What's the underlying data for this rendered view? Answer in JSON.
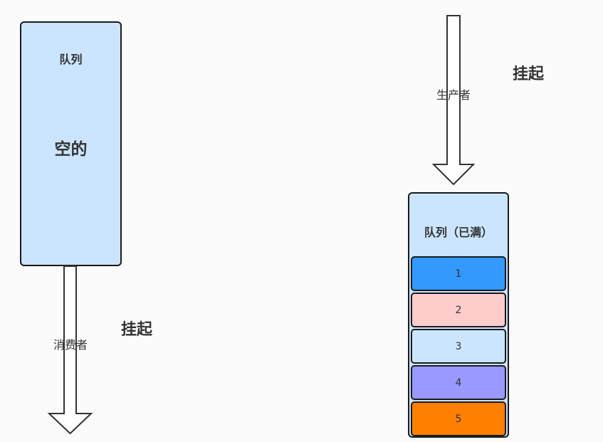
{
  "left_queue": {
    "title": "队列",
    "state": "空的"
  },
  "consumer": {
    "label": "消费者",
    "status": "挂起"
  },
  "producer": {
    "label": "生产者",
    "status": "挂起"
  },
  "right_queue": {
    "title": "队列（已满）",
    "items": [
      {
        "label": "1",
        "color": "#3399ff"
      },
      {
        "label": "2",
        "color": "#ffcccc"
      },
      {
        "label": "3",
        "color": "#cce5ff"
      },
      {
        "label": "4",
        "color": "#9999ff"
      },
      {
        "label": "5",
        "color": "#ff8000"
      }
    ]
  },
  "colors": {
    "queue_fill": "#cce5ff",
    "stroke": "#1a1a1a",
    "arrow_stroke": "#333333",
    "arrow_fill": "#ffffff"
  }
}
